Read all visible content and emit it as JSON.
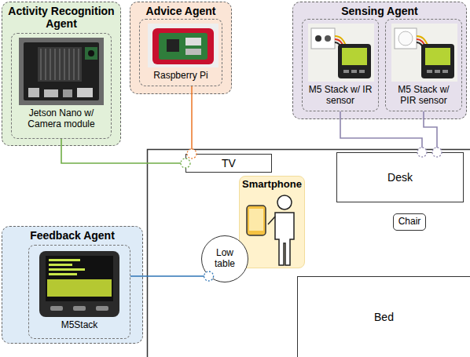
{
  "diagram": {
    "nodes": [
      {
        "text": [
          "Activity Recognition Agent"
        ]
      },
      {
        "text": [
          "Jetson Nano w/ Camera module"
        ],
        "in": 0
      },
      {
        "text": [
          "Advice Agent"
        ]
      },
      {
        "text": [
          "Raspberry Pi"
        ],
        "in": 2
      },
      {
        "text": [
          "Sensing Agent"
        ]
      },
      {
        "text": [
          "M5 Stack w/ IR sensor"
        ],
        "in": 4
      },
      {
        "text": [
          "M5 Stack w/ PIR sensor"
        ],
        "in": 4
      },
      {
        "text": [
          "TV"
        ]
      },
      {
        "text": [
          "Desk"
        ]
      },
      {
        "text": [
          "Smartphone"
        ]
      },
      {
        "text": [
          "Chair"
        ]
      },
      {
        "text": [
          "Feedback Agent"
        ]
      },
      {
        "text": [
          "M5Stack"
        ],
        "in": 11
      },
      {
        "text": [
          "Low table"
        ]
      },
      {
        "text": [
          "Bed"
        ]
      }
    ],
    "edges": [
      {
        "from": 1,
        "to": 7,
        "arrow": "none"
      },
      {
        "from": 3,
        "to": 7,
        "arrow": "none"
      },
      {
        "from": 5,
        "to": 8,
        "arrow": "none"
      },
      {
        "from": 6,
        "to": 8,
        "arrow": "none"
      },
      {
        "from": 12,
        "to": 13,
        "arrow": "none"
      }
    ]
  }
}
